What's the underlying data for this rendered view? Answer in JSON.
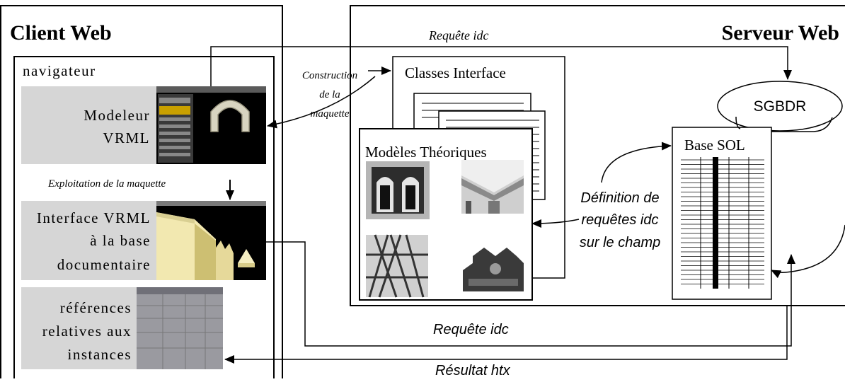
{
  "client": {
    "title": "Client Web",
    "browser_label": "navigateur",
    "modeler": {
      "line1": "Modeleur",
      "line2": "VRML"
    },
    "interface": {
      "line1": "Interface VRML",
      "line2": "à la base",
      "line3": "documentaire"
    },
    "references": {
      "line1": "références",
      "line2": "relatives aux",
      "line3": "instances"
    },
    "exploitation_label": "Exploitation de la maquette"
  },
  "server": {
    "title": "Serveur Web",
    "classes_label": "Classes Interface",
    "models_label": "Modèles Théoriques",
    "sgbdr_label": "SGBDR",
    "base_label": "Base SOL",
    "definition": {
      "line1": "Définition de",
      "line2": "requêtes idc",
      "line3": "sur le champ"
    }
  },
  "arrows": {
    "requete_top": "Requête idc",
    "construction": {
      "line1": "Construction",
      "line2": "de la",
      "line3": "maquette"
    },
    "requete_bottom": "Requête idc",
    "resultat": "Résultat htx"
  }
}
